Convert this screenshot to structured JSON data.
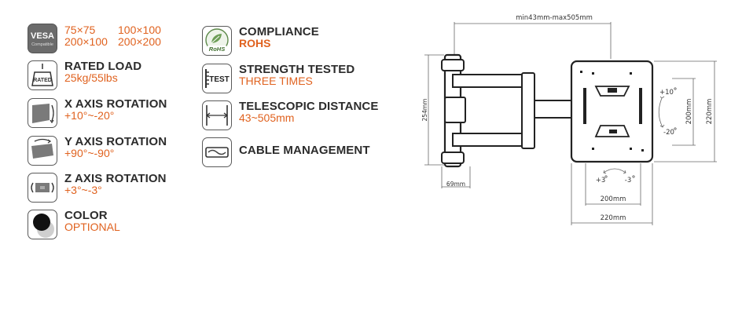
{
  "specs_left": [
    {
      "icon": "vesa-icon",
      "vesa": [
        "75×75",
        "100×100",
        "200×100",
        "200×200"
      ]
    },
    {
      "icon": "rated-weight-icon",
      "title": "RATED LOAD",
      "value": "25kg/55lbs"
    },
    {
      "icon": "x-axis-rotation-icon",
      "title": "X AXIS ROTATION",
      "value": "+10°~-20°"
    },
    {
      "icon": "y-axis-rotation-icon",
      "title": "Y AXIS ROTATION",
      "value": "+90°~-90°"
    },
    {
      "icon": "z-axis-rotation-icon",
      "title": "Z AXIS ROTATION",
      "value": "+3°~-3°"
    },
    {
      "icon": "color-icon",
      "title": "COLOR",
      "value": "OPTIONAL"
    }
  ],
  "specs_right": [
    {
      "icon": "rohs-icon",
      "title": "COMPLIANCE",
      "value": "ROHS"
    },
    {
      "icon": "test-icon",
      "title": "STRENGTH TESTED",
      "value": "THREE TIMES"
    },
    {
      "icon": "telescopic-icon",
      "title": "TELESCOPIC DISTANCE",
      "value": "43~505mm"
    },
    {
      "icon": "cable-icon",
      "title": "CABLE MANAGEMENT",
      "value": ""
    }
  ],
  "icon_text": {
    "vesa_main": "VESA",
    "vesa_sub": "Compatible",
    "rated": "RATED",
    "rohs": "RoHS",
    "test": "TEST"
  },
  "diagram": {
    "telescopic_range": "min43mm-max505mm",
    "wall_plate_height": "254mm",
    "wall_plate_depth": "69mm",
    "tilt_up": "+10",
    "tilt_down": "-20",
    "rotate_left": "+3",
    "rotate_right": "-3",
    "vesa_height": "200mm",
    "plate_height": "220mm",
    "vesa_width": "200mm",
    "plate_width": "220mm"
  },
  "colors": {
    "accent": "#e0621f",
    "title": "#2c2c2c",
    "line": "#555555"
  }
}
